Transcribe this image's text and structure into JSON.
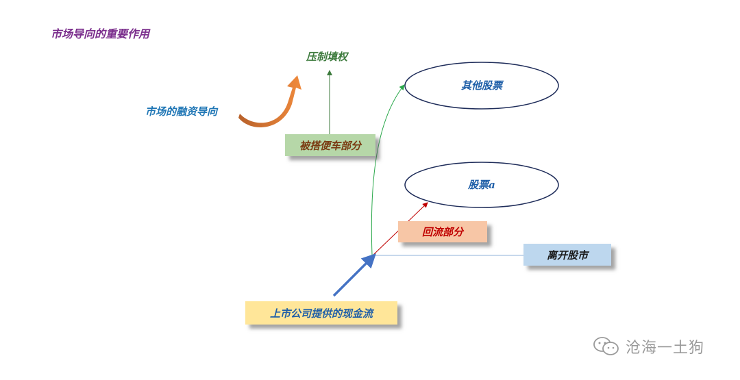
{
  "title": "市场导向的重要作用",
  "labels": {
    "suppress": "压制填权",
    "financing": "市场的融资导向"
  },
  "boxes": {
    "free_ride": "被搭便车部分",
    "flow_back": "回流部分",
    "leave": "离开股市",
    "cash_flow": "上市公司提供的现金流"
  },
  "ellipses": {
    "other_stocks": "其他股票",
    "stock_a": "股票a"
  },
  "watermark": {
    "icon": "wechat-icon",
    "text": "沧海一土狗"
  },
  "colors": {
    "title": "#7a2d8c",
    "suppress": "#3c7a3c",
    "financing": "#1f76b5",
    "orange_arrow": "#e07a32",
    "green_arrow": "#2aa84a",
    "red_arrow": "#c00000",
    "blue_arrow": "#4472c4",
    "ellipse_stroke": "#1f2d5a"
  }
}
